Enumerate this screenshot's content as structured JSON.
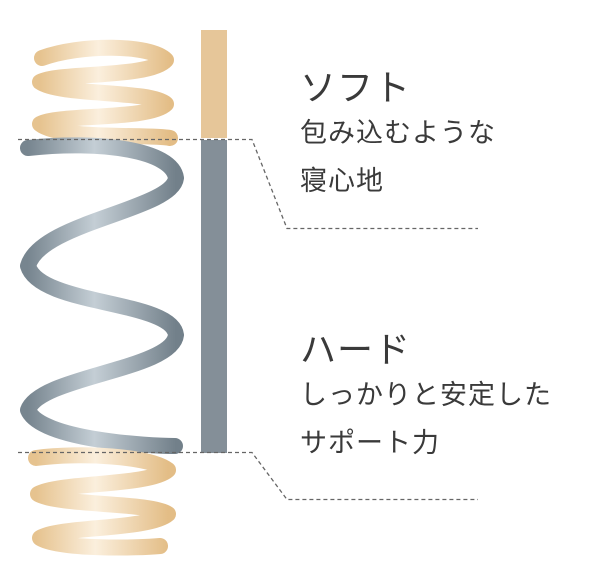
{
  "colors": {
    "soft_spring": "#e9c89a",
    "soft_spring_highlight": "#fbefdd",
    "hard_spring": "#7f8d98",
    "hard_spring_highlight": "#c7d0d7",
    "soft_bar": "#e6c699",
    "hard_bar": "#848f98",
    "leader_line": "#666666",
    "text": "#3a3a3a"
  },
  "soft": {
    "title": "ソフト",
    "desc_line1": "包み込むような",
    "desc_line2": "寝心地"
  },
  "hard": {
    "title": "ハード",
    "desc_line1": "しっかりと安定した",
    "desc_line2": "サポート力"
  }
}
